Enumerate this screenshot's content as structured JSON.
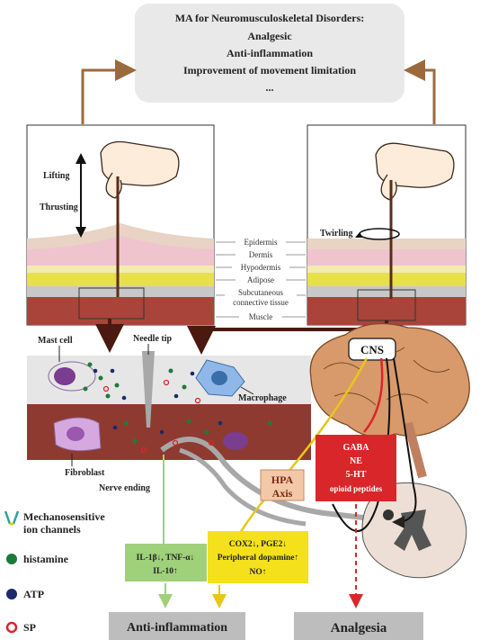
{
  "header": {
    "title": "MA for Neuromusculoskeletal Disorders:",
    "effects": [
      "Analgesic",
      "Anti-inflammation",
      "Improvement of movement limitation",
      "..."
    ]
  },
  "left_panel": {
    "lift_label": "Lifting",
    "thrust_label": "Thrusting"
  },
  "right_panel": {
    "twirl_label": "Twirling"
  },
  "tissue_layers": [
    "Epidermis",
    "Dermis",
    "Hypodermis",
    "Adipose",
    "Subcutaneous",
    "connective tissue",
    "Muscle"
  ],
  "micro": {
    "mast_cell": "Mast cell",
    "needle_tip": "Needle tip",
    "macrophage": "Macrophage",
    "fibroblast": "Fibroblast",
    "nerve_ending": "Nerve ending"
  },
  "cns": {
    "label": "CNS"
  },
  "neuro_box": [
    "GABA",
    "NE",
    "5-HT",
    "opioid peptides"
  ],
  "hpa": [
    "HPA",
    "Axis"
  ],
  "cytokine_box": [
    "IL-1β↓, TNF-α↓",
    "IL-10↑"
  ],
  "yellow_box": [
    "COX2↓, PGE2↓",
    "Peripheral dopamine↑",
    "NO↑"
  ],
  "legend": [
    {
      "label": "Mechanosensitive",
      "label2": "ion channels",
      "icon": "ion-channel-icon"
    },
    {
      "label": "histamine",
      "icon": "green-dot-icon"
    },
    {
      "label": "ATP",
      "icon": "navy-dot-icon"
    },
    {
      "label": "SP",
      "icon": "red-ring-icon"
    }
  ],
  "outcomes": {
    "anti_inflammation": "Anti-inflammation",
    "analgesia": "Analgesia"
  },
  "colors": {
    "arrow_brown": "#9b6a3c",
    "dark_red": "#5a1f14",
    "green_box": "#9fd07a",
    "yellow_box": "#f4e11c",
    "red_box": "#d9262a",
    "hpa_box": "#f2c8a8",
    "outcome_box": "#bdbdbd"
  }
}
